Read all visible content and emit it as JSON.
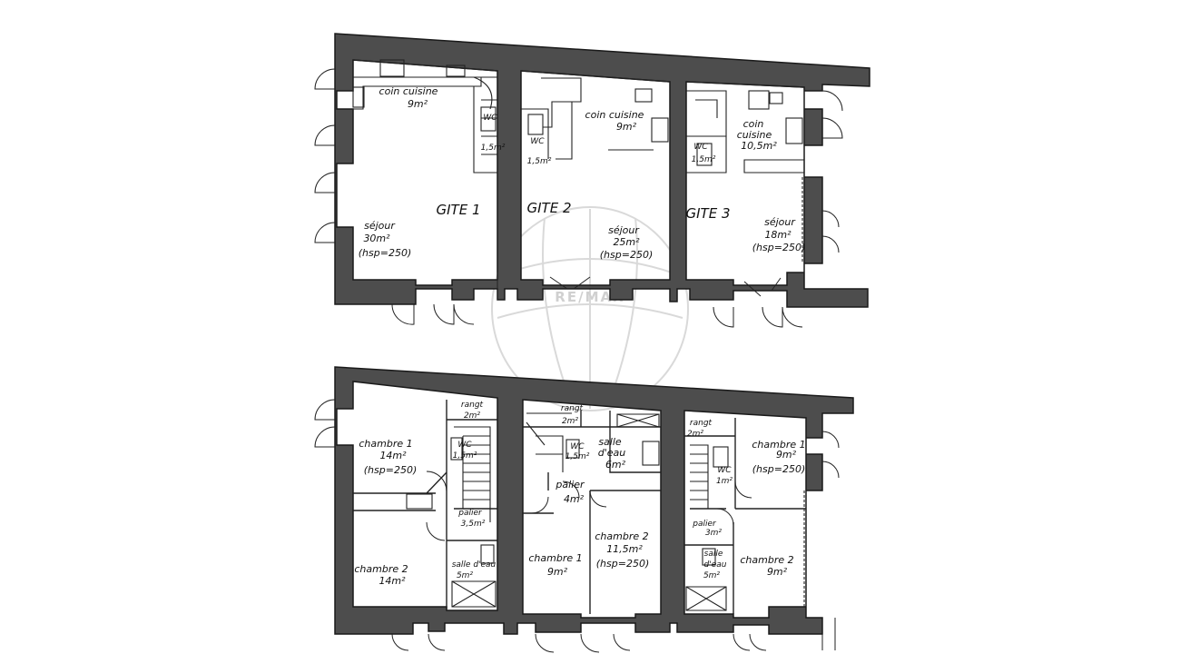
{
  "watermark": {
    "brand": "RE/MAX"
  },
  "ground_floor": {
    "units": [
      {
        "name": "GITE 1",
        "kitchen": [
          "coin cuisine",
          "9m²"
        ],
        "wc": [
          "WC",
          "1,5m²"
        ],
        "living": [
          "séjour",
          "30m²",
          "(hsp=250)"
        ]
      },
      {
        "name": "GITE 2",
        "kitchen": [
          "coin cuisine",
          "9m²"
        ],
        "wc": [
          "WC",
          "1,5m²"
        ],
        "living": [
          "séjour",
          "25m²",
          "(hsp=250)"
        ]
      },
      {
        "name": "GITE 3",
        "kitchen": [
          "coin",
          "cuisine",
          "10,5m²"
        ],
        "wc": [
          "WC",
          "1,5m²"
        ],
        "living": [
          "séjour",
          "18m²",
          "(hsp=250)"
        ]
      }
    ]
  },
  "first_floor": {
    "units": [
      {
        "rooms": [
          {
            "id": "chambre1",
            "lines": [
              "chambre 1",
              "14m²",
              "(hsp=250)"
            ]
          },
          {
            "id": "rangt",
            "lines": [
              "rangt",
              "2m²"
            ]
          },
          {
            "id": "wc",
            "lines": [
              "WC",
              "1,5m²"
            ]
          },
          {
            "id": "palier",
            "lines": [
              "palier",
              "3,5m²"
            ]
          },
          {
            "id": "sdb",
            "lines": [
              "salle d'eau",
              "5m²"
            ]
          },
          {
            "id": "chambre2",
            "lines": [
              "chambre 2",
              "14m²"
            ]
          }
        ]
      },
      {
        "rooms": [
          {
            "id": "rangt",
            "lines": [
              "rangt",
              "2m²"
            ]
          },
          {
            "id": "wc",
            "lines": [
              "WC",
              "1,5m²"
            ]
          },
          {
            "id": "sdb",
            "lines": [
              "salle",
              "d'eau",
              "6m²"
            ]
          },
          {
            "id": "palier",
            "lines": [
              "palier",
              "4m²"
            ]
          },
          {
            "id": "chambre1",
            "lines": [
              "chambre 1",
              "9m²"
            ]
          },
          {
            "id": "chambre2",
            "lines": [
              "chambre 2",
              "11,5m²",
              "(hsp=250)"
            ]
          }
        ]
      },
      {
        "rooms": [
          {
            "id": "rangt",
            "lines": [
              "rangt",
              "2m²"
            ]
          },
          {
            "id": "wc",
            "lines": [
              "WC",
              "1m²"
            ]
          },
          {
            "id": "chambre1",
            "lines": [
              "chambre 1",
              "9m²",
              "(hsp=250)"
            ]
          },
          {
            "id": "palier",
            "lines": [
              "palier",
              "3m²"
            ]
          },
          {
            "id": "sdb",
            "lines": [
              "salle",
              "d'eau",
              "5m²"
            ]
          },
          {
            "id": "chambre2",
            "lines": [
              "chambre 2",
              "9m²"
            ]
          }
        ]
      }
    ]
  }
}
